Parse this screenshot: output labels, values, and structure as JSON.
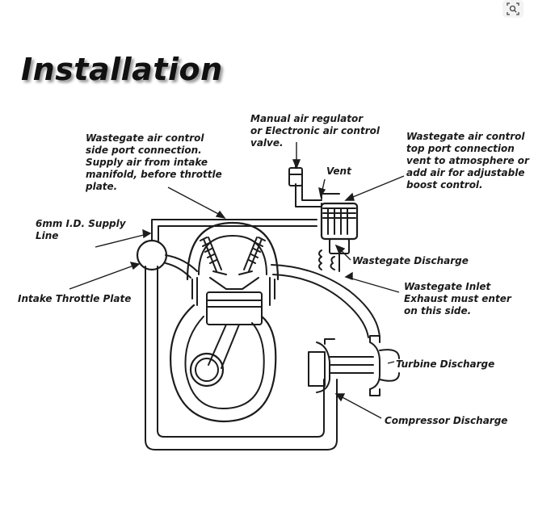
{
  "title": "Installation",
  "labels": {
    "supply_air": [
      "Wastegate air control",
      "side port connection.",
      "Supply air from intake",
      "manifold, before throttle",
      "plate."
    ],
    "manual_regulator": [
      "Manual air regulator",
      "or Electronic air control",
      "valve."
    ],
    "vent": "Vent",
    "top_port": [
      "Wastegate air control",
      "top port connection",
      "vent to atmosphere or",
      "add air for adjustable",
      "boost control."
    ],
    "supply_line": [
      "6mm I.D. Supply",
      "Line"
    ],
    "wastegate_discharge": "Wastegate Discharge",
    "intake_throttle": "Intake Throttle Plate",
    "wastegate_inlet": [
      "Wastegate Inlet",
      "Exhaust must enter",
      "on this side."
    ],
    "turbine_discharge": "Turbine Discharge",
    "compressor_discharge": "Compressor Discharge"
  },
  "icons": {
    "lens": "visual-search-icon"
  }
}
